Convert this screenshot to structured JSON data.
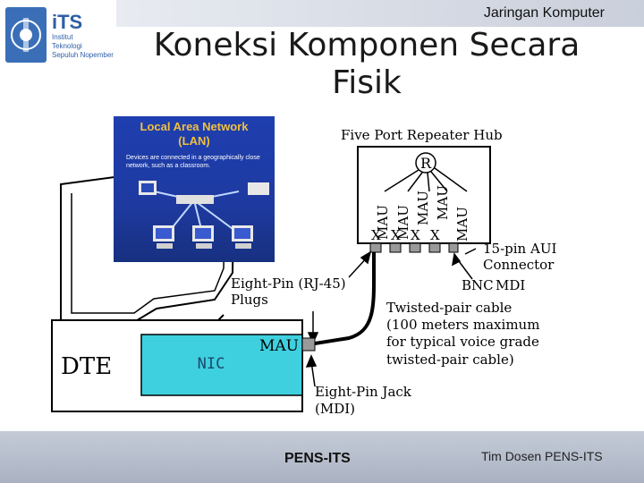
{
  "header": {
    "course_title": "Jaringan Komputer"
  },
  "logo": {
    "abbrev": "iTS",
    "line1": "Institut",
    "line2": "Teknologi",
    "line3": "Sepuluh Nopember"
  },
  "slide": {
    "title": "Koneksi Komponen Secara Fisik"
  },
  "lan_image": {
    "title": "Local Area Network",
    "subtitle": "(LAN)",
    "bullet": "Devices are connected in a geographically close network, such as a classroom."
  },
  "diagram": {
    "hub_label": "Five Port Repeater Hub",
    "repeater_letter": "R",
    "mau_ports": [
      "MAU",
      "MAU",
      "MAU",
      "MAU",
      "MAU"
    ],
    "port_marks": [
      "X",
      "X",
      "X",
      "X"
    ],
    "aui_label_1": "15-pin AUI",
    "aui_label_2": "Connector",
    "bnc_label": "BNC",
    "mdi_label": "MDI",
    "plug_label_1": "Eight-Pin (RJ-45)",
    "plug_label_2": "Plugs",
    "cable_label_1": "Twisted-pair cable",
    "cable_label_2": "(100 meters maximum",
    "cable_label_3": "for typical voice grade",
    "cable_label_4": "twisted-pair cable)",
    "dte_label": "DTE",
    "nic_label": "NIC",
    "nic_mau_label": "MAU",
    "jack_label_1": "Eight-Pin Jack",
    "jack_label_2": "(MDI)"
  },
  "footer": {
    "left": "PENS-ITS",
    "right": "Tim Dosen PENS-ITS"
  },
  "colors": {
    "nic_card": "#3fd0df",
    "lan_bg": "#1e3aa0",
    "footer_bg": "#b4bccb"
  }
}
